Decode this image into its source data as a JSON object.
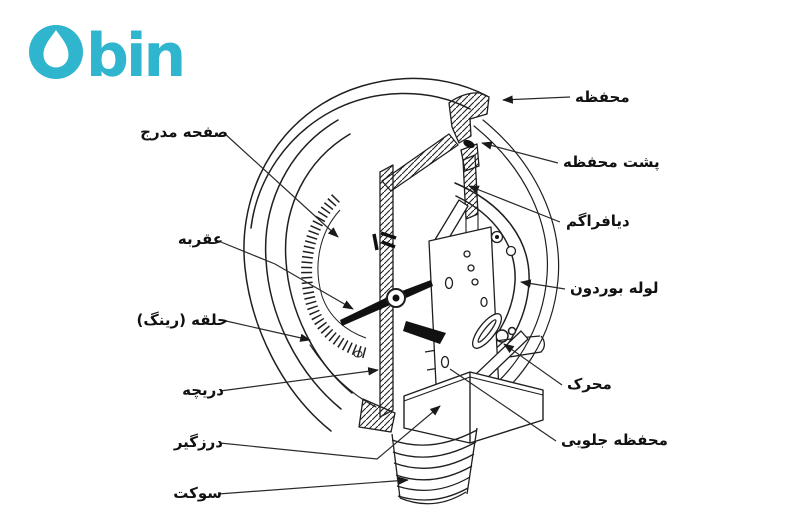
{
  "brand": {
    "wordmark": "abin",
    "wordmark_tail": "bin",
    "color": "#2fb5cd"
  },
  "labels": {
    "left": [
      {
        "id": "dial-plate",
        "text": "صفحه مدرج"
      },
      {
        "id": "needle",
        "text": "عقربه"
      },
      {
        "id": "ring",
        "text": "حلقه (رینگ)"
      },
      {
        "id": "window",
        "text": "دریچه"
      },
      {
        "id": "seal",
        "text": "درزگیر"
      },
      {
        "id": "socket",
        "text": "سوکت"
      }
    ],
    "right": [
      {
        "id": "case",
        "text": "محفظه"
      },
      {
        "id": "case-back",
        "text": "پشت محفظه"
      },
      {
        "id": "diaphragm",
        "text": "دیافراگم"
      },
      {
        "id": "bourdon-tube",
        "text": "لوله بوردون"
      },
      {
        "id": "movement",
        "text": "محرک"
      },
      {
        "id": "front-case",
        "text": "محفظه جلویی"
      }
    ]
  },
  "colors": {
    "background": "#ffffff",
    "line": "#1f1f1f",
    "brand": "#2fb5cd",
    "label_text": "#111111"
  }
}
